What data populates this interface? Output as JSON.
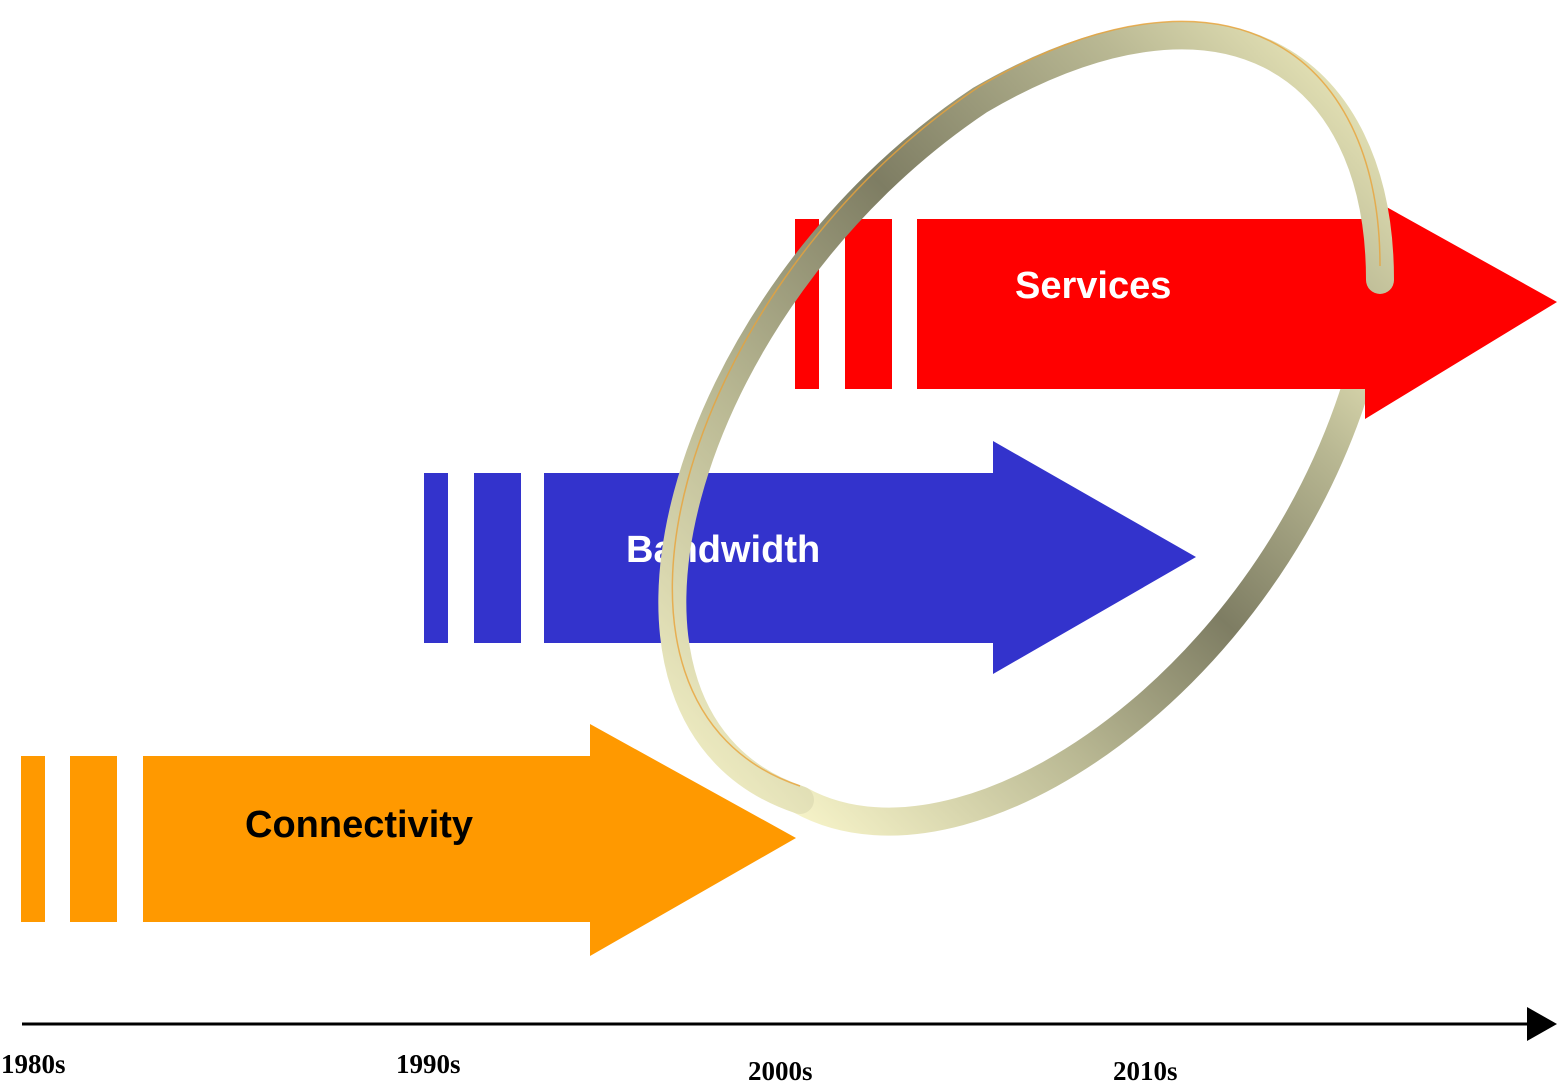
{
  "arrows": [
    {
      "label": "Connectivity",
      "color": "#FF9900",
      "text_color": "#000000"
    },
    {
      "label": "Bandwidth",
      "color": "#3333CC",
      "text_color": "#FFFFFF"
    },
    {
      "label": "Services",
      "color": "#FF0000",
      "text_color": "#FFFFFF"
    }
  ],
  "timeline": {
    "labels": [
      "1980s",
      "1990s",
      "2000s",
      "2010s"
    ]
  },
  "ring": {
    "color_light": "#F4F1C2",
    "color_dark": "#807F66",
    "edge": "#E8A23A"
  }
}
